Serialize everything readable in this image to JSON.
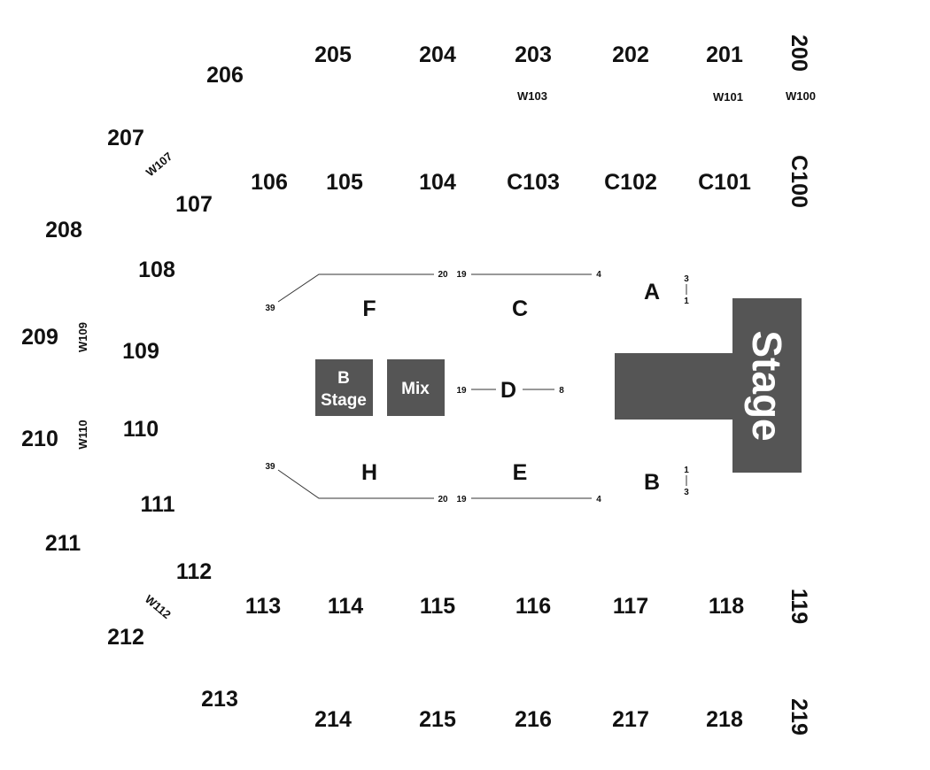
{
  "colors": {
    "stage_fill": "#555555",
    "text": "#111111",
    "label_on_fill": "#ffffff"
  },
  "map": {
    "upper_sections": [
      "206",
      "205",
      "204",
      "203",
      "202",
      "201",
      "200",
      "207",
      "208",
      "209",
      "210",
      "211",
      "212",
      "213",
      "214",
      "215",
      "216",
      "217",
      "218",
      "219"
    ],
    "lower_sections": [
      "106",
      "105",
      "104",
      "C103",
      "C102",
      "C101",
      "C100",
      "107",
      "108",
      "109",
      "110",
      "111",
      "112",
      "113",
      "114",
      "115",
      "116",
      "117",
      "118",
      "119"
    ],
    "small_labels": [
      "W103",
      "W101",
      "W100",
      "W107",
      "W109",
      "W110",
      "W112"
    ],
    "floor_sections": [
      "F",
      "C",
      "A",
      "D",
      "H",
      "E",
      "B"
    ],
    "row_numbers": {
      "top_left": [
        "39",
        "20"
      ],
      "top_right": [
        "19",
        "4"
      ],
      "mid": [
        "19",
        "8"
      ],
      "bottom_left": [
        "39",
        "20"
      ],
      "bottom_right": [
        "19",
        "4"
      ],
      "a_rows": [
        "3",
        "1"
      ],
      "b_rows": [
        "1",
        "3"
      ]
    },
    "blocks": {
      "b_stage_line1": "B",
      "b_stage_line2": "Stage",
      "mix": "Mix",
      "stage": "Stage"
    }
  }
}
